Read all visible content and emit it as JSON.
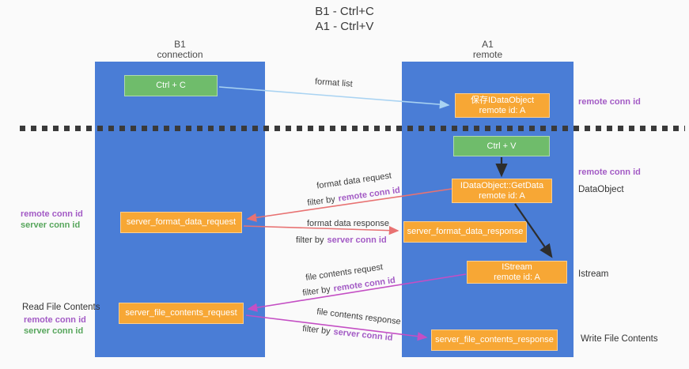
{
  "title": {
    "line1": "B1 - Ctrl+C",
    "line2": "A1 - Ctrl+V"
  },
  "lanes": {
    "b1": {
      "name": "B1",
      "subtitle": "connection"
    },
    "a1": {
      "name": "A1",
      "subtitle": "remote"
    }
  },
  "boxes": {
    "ctrl_c": {
      "label": "Ctrl + C"
    },
    "save_dataobject": {
      "line1": "保存IDataObject",
      "line2": "remote id: A"
    },
    "ctrl_v": {
      "label": "Ctrl + V"
    },
    "getdata": {
      "line1": "IDataObject::GetData",
      "line2": "remote id: A"
    },
    "format_request": {
      "label": "server_format_data_request"
    },
    "format_response": {
      "label": "server_format_data_response"
    },
    "istream": {
      "line1": "IStream",
      "line2": "remote id: A"
    },
    "file_request": {
      "label": "server_file_contents_request"
    },
    "file_response": {
      "label": "server_file_contents_response"
    }
  },
  "flow": {
    "format_list": "format list",
    "format_data_request": "format data request",
    "format_data_response": "format data response",
    "file_contents_request": "file contents request",
    "file_contents_response": "file contents response",
    "filter_by": "filter by"
  },
  "ids": {
    "remote": "remote conn id",
    "server": "server conn id"
  },
  "side": {
    "dataobject": "DataObject",
    "istream": "Istream",
    "write_file": "Write File Contents",
    "read_file": "Read File Contents"
  },
  "colors": {
    "lane_blue": "#4a7dd6",
    "box_green": "#6fbc6b",
    "box_orange": "#f7a735",
    "arrow_blue": "#a9d3f2",
    "arrow_salmon": "#e87272",
    "arrow_magenta": "#c44fc4",
    "arrow_black": "#2d2d2d",
    "id_remote_purple": "#a35bc5",
    "id_server_green": "#57a65c",
    "background": "#fafafa"
  }
}
